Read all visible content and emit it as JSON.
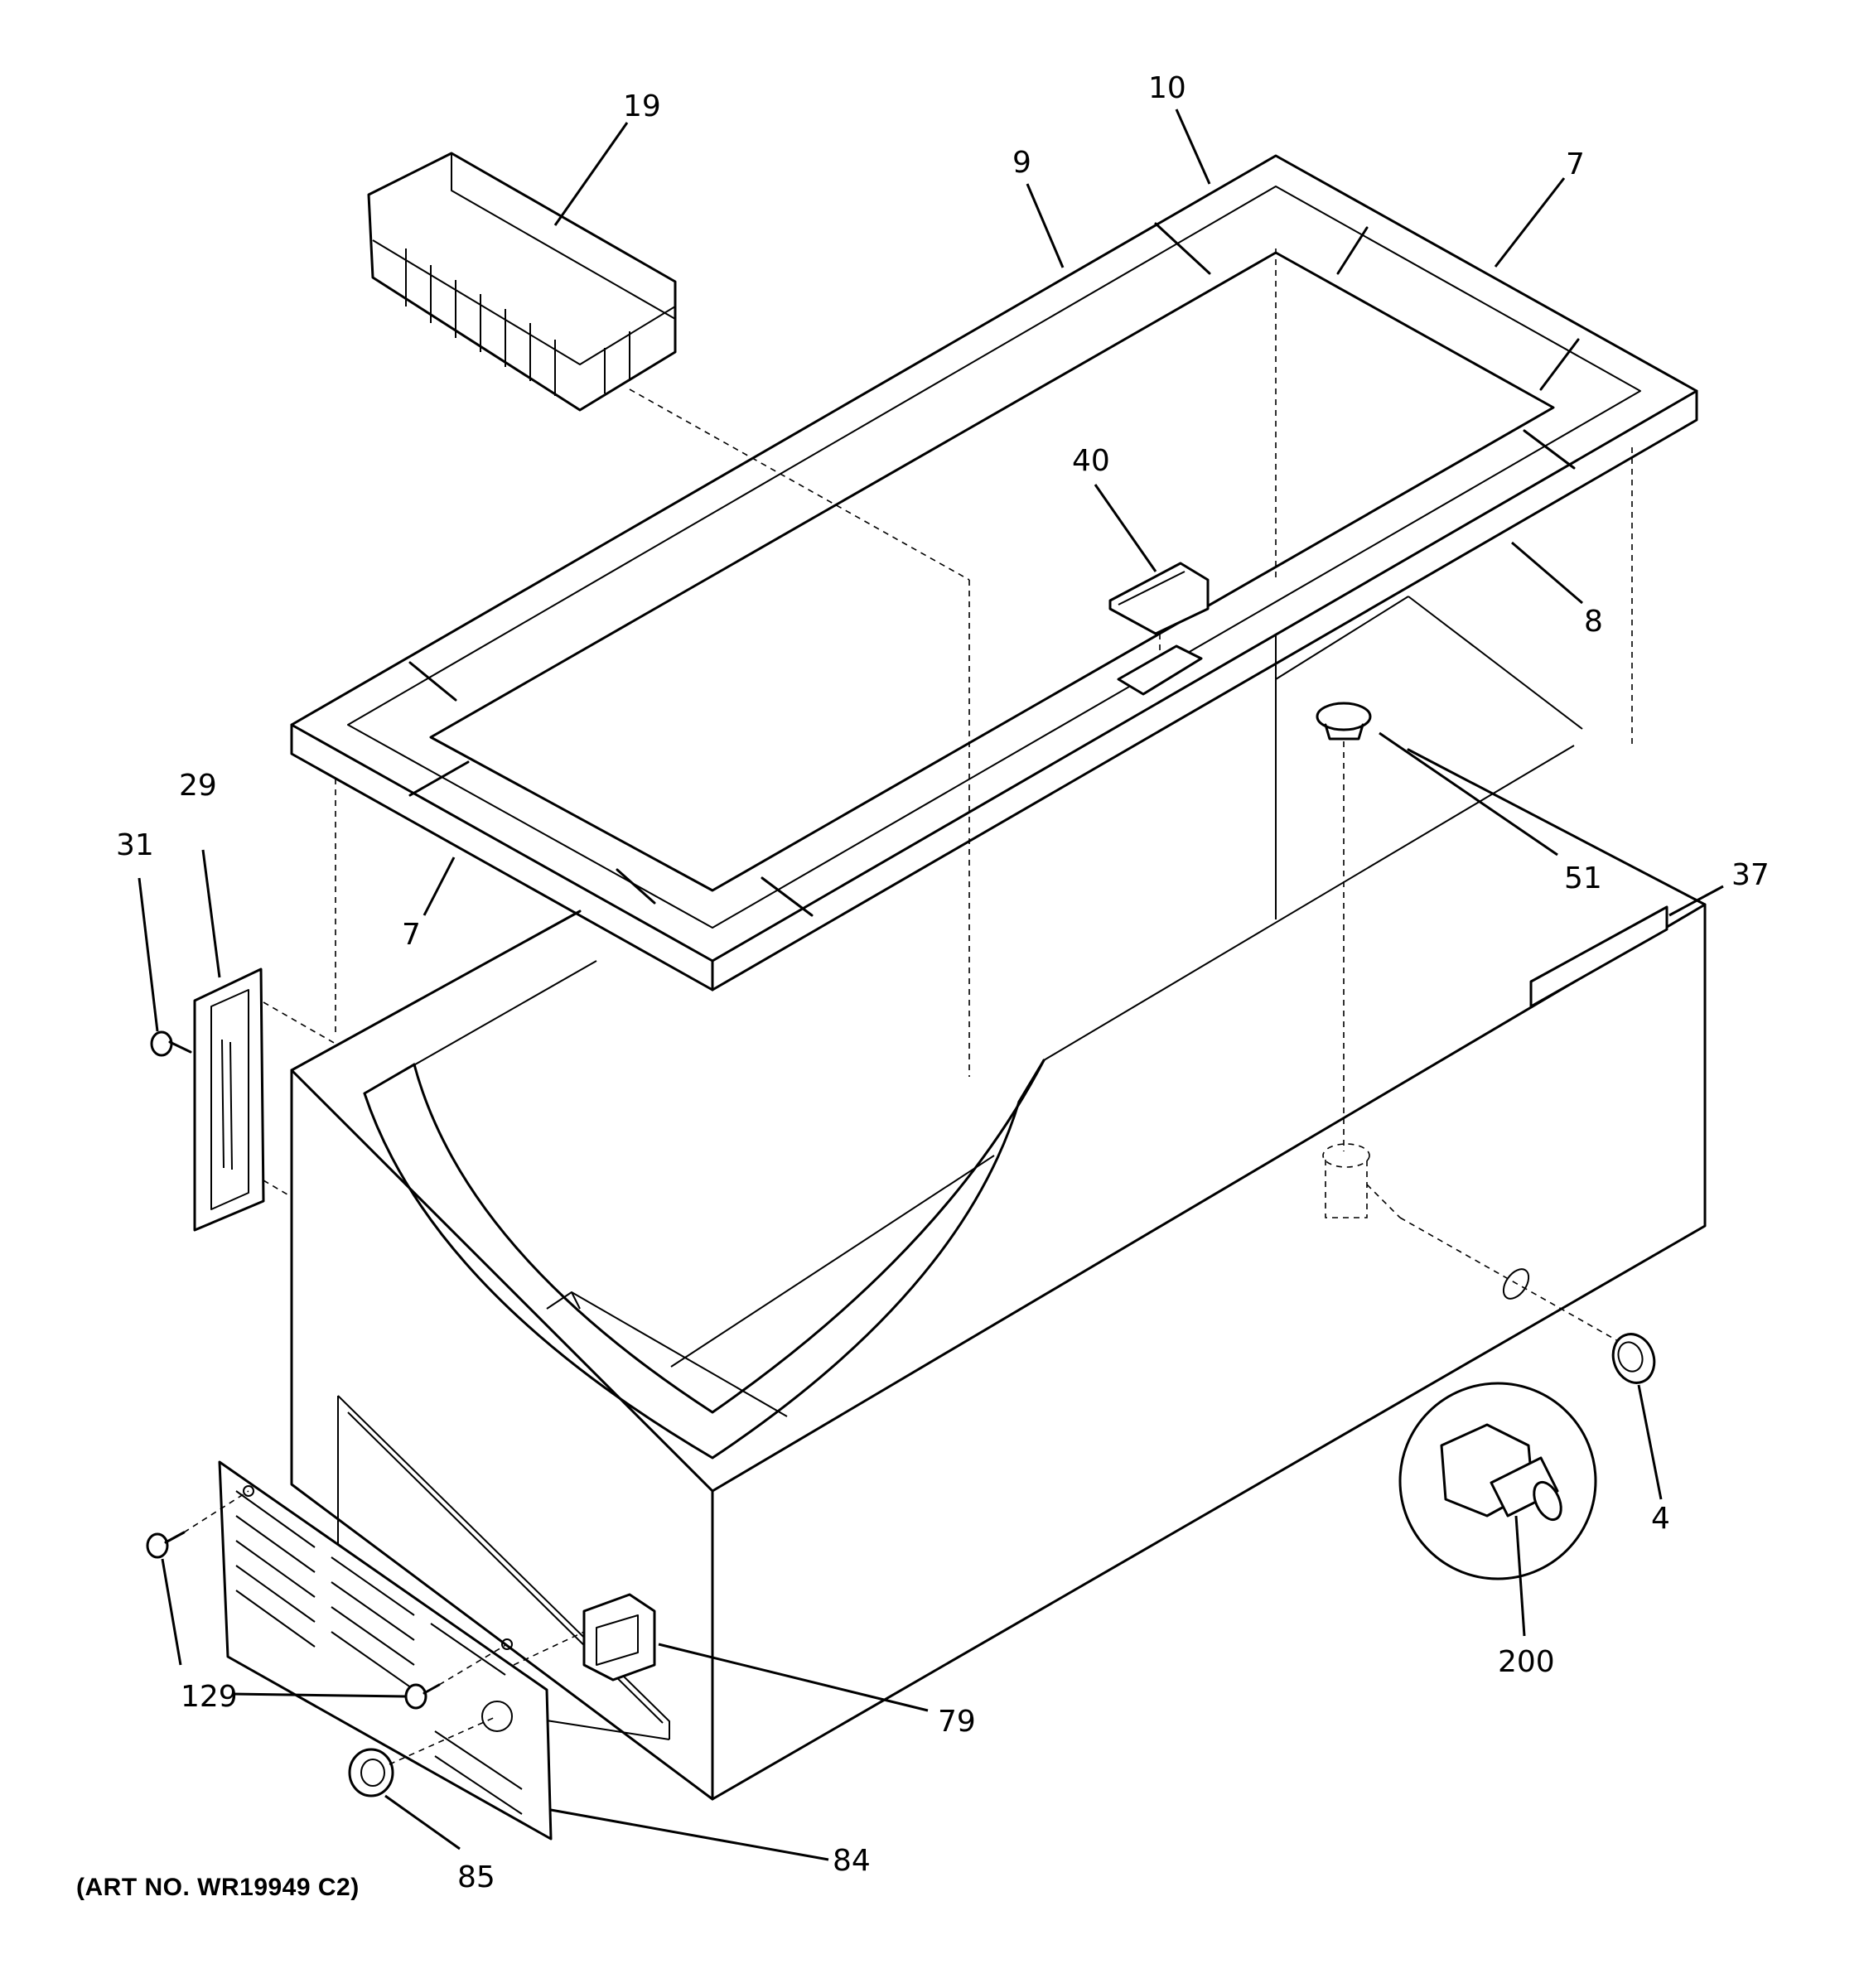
{
  "callouts": {
    "c19": "19",
    "c10": "10",
    "c9": "9",
    "c7_top": "7",
    "c40": "40",
    "c8": "8",
    "c29": "29",
    "c31": "31",
    "c7_bottom": "7",
    "c51": "51",
    "c37": "37",
    "c4": "4",
    "c200": "200",
    "c129": "129",
    "c79": "79",
    "c84": "84",
    "c85": "85"
  },
  "art_number": "(ART NO. WR19949 C2)"
}
